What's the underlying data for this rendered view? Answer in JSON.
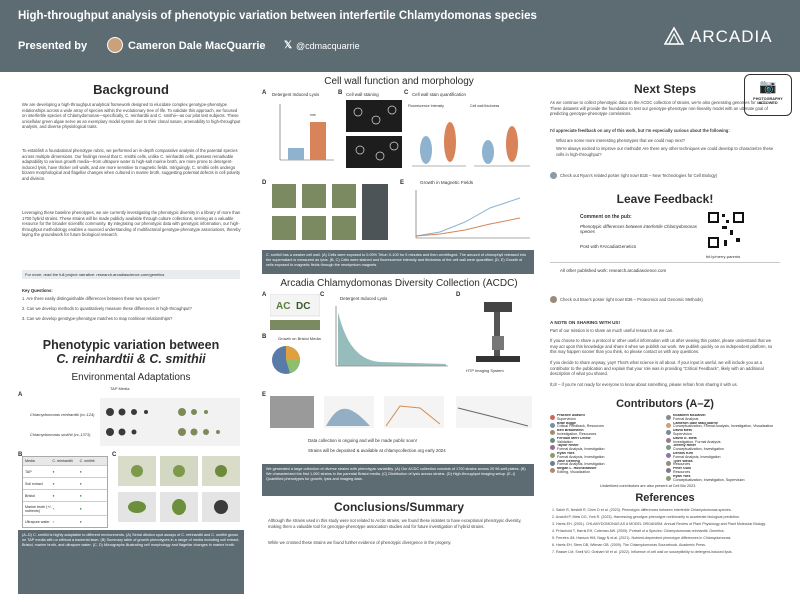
{
  "header": {
    "title": "High-throughput analysis of phenotypic variation between interfertile Chlamydomonas species",
    "presented_by": "Presented by",
    "author": "Cameron Dale MacQuarrie",
    "handle": "@cdmacquarrie",
    "brand": "ARCADIA",
    "badge": "PHOTOGRAPHY ALLOWED"
  },
  "left": {
    "background_title": "Background",
    "background_p1": "We are developing a high-throughput analytical framework designed to elucidate complex genotype-phenotype relationships across a wide array of species within the evolutionary tree of life. To validate this approach, we focused on interfertile species of Chlamydomonas—specifically, C. reinhardtii and C. smithii—as our pilot test subjects. These unicellular green algae serve as an exemplary model system due to their clonal nature, amenability to high-throughput analysis, and diverse physiological traits.",
    "background_p2": "To establish a foundational phenotype rubric, we performed an in-depth comparative analysis of the parental species across multiple dimensions. Our findings reveal that C. smithii cells, unlike C. reinhardtii cells, possess remarkable adaptability to various growth media—from ultrapure water to high-salt marine broth, are more prone to detergent-induced lysis, have thicker cell walls, and are more sensitive to magnetic fields. Intriguingly, C. smithii cells undergo bizarre morphological and flagellar changes when cultured in marine broth, suggesting potential defects in cell polarity and division.",
    "background_p3": "Leveraging these baseline phenotypes, we are currently investigating the phenotypic diversity in a library of more than 1700 hybrid strains. These strains will be made publicly available through culture collections, serving as a valuable resource for the broader scientific community. By integrating our phenotypic data with genotypic information, our high-throughput methodology enables a nuanced understanding of multifactorial genotype-phenotype associations, thereby laying the groundwork for future biological research.",
    "pub_link": "For more, read the full project narrative: research.arcadiascience.com/genetics",
    "key_questions_title": "Key Questions:",
    "questions": [
      "1. Are there easily distinguishable differences between these two species?",
      "2. Can we develop methods to quantitatively measure these differences in high-throughput?",
      "3. Can we develop genotype-phenotype matches to map nonlinear relationships?"
    ],
    "pv_title_1": "Phenotypic variation between",
    "pv_title_2": "C. reinhardtii & C. smithii",
    "env_title": "Environmental Adaptations",
    "strain_1": "Chlamydomonas reinhardtii (cc-124)",
    "strain_2": "Chlamydomonas smithii (cc-1373)",
    "tap_media": "TAP Media",
    "table_rows": [
      "TAP",
      "Soil extract",
      "Bristol",
      "Marine broth (+/- nutrients)",
      "Ultrapure water"
    ],
    "table_cols": [
      "Media",
      "C. reinhardtii",
      "C. smithii"
    ],
    "caption": "(A–D) C. smithii is highly adaptable to different environments. (A) Serial dilution spot assays of C. reinhardtii and C. smithii grown on TAP media with or without a bacterial lawn. (B) Summary table of growth phenotypes in a range of media including soil extract, Bristol, marine broth, and ultrapure water. (C, D) Micrographs illustrating cell morphology and flagellar changes in marine broth."
  },
  "middle": {
    "cell_title": "Cell wall function and morphology",
    "panel_a": "Detergent Induced Lysis",
    "panel_b": "Cell wall staining",
    "panel_c": "Cell wall stain quantification",
    "panel_c_sub1": "Fluorescence Intensity",
    "panel_c_sub2": "Cell wall thickness",
    "panel_d": "D",
    "panel_e": "Growth in Magnetic Fields",
    "caption_1": "C. smithii has a weaker cell wall. (A) Cells were exposed to 0.05% Triton X-100 for 5 minutes and then centrifuged. The amount of chlorophyll released into the supernatant is measured as lysis. (B, C) Cells were stained and fluorescence intensity and thickness of the cell wall were quantified. (D, E) Growth of cells exposed to magnetic fields through the neodymium magnets.",
    "acdc_title": "Arcadia Chlamydomonas Diversity Collection (ACDC)",
    "acdc_sub1": "Growth on Bristol Media",
    "acdc_sub2": "Detergent Induced Lysis",
    "acdc_sub3": "HTP Imaging System",
    "acdc_note1": "Data collection is ongoing and will be made public soon!",
    "acdc_note2": "Strains will be deposited & available at chlamycollection.org early 2024",
    "caption_2": "We generated a large collection of diverse strains with phenotypic variability. (A) Our ACDC collection consists of 1700 strains across 20 96-well plates. (B) We characterized the first 1,000 strains in the parental Bristol media. (C) Distribution of lysis across strains. (D) High-throughput imaging setup. (E–I) Quantified phenotypes for growth, lysis and imaging data.",
    "conc_title": "Conclusions/Summary",
    "conc_p1": "Although the strains used in this study were not related to Arctic strains, we found these isolates to have exceptional phenotypic diversity, making them a valuable tool for genotype-phenotype association studies and for future investigation of hybrid strains.",
    "conc_p2": "While we crossed these strains we found further evidence of phenotypic divergence in the progeny."
  },
  "right": {
    "next_title": "Next Steps",
    "next_p1": "As we continue to collect phenotypic data on the ACDC collection of strains, we're also generating genomes for each. These datasets will provide the foundation to test our genotype-phenotype non-linearity model with an ultimate goal of predicting genotype-phenotype correlations.",
    "next_p2": "I'd appreciate feedback on any of this work, but I'm especially curious about the following:",
    "next_b1": "What are some more interesting phenotypes that we could map next?",
    "next_b2": "We're always excited to improve our methods! Are there any other techniques we could develop to characterize these cells in high-throughput?",
    "next_link": "Check out Ryan's related poster right now! B1B – New Technologies for Cell Biology)",
    "leave_title": "Leave Feedback!",
    "comment_label": "Comment on the pub:",
    "comment_pub": "Phenotypic differences between interfertile Chlamydomonas species",
    "post_label": "Post with #ArcadiaGenetics",
    "qr_caption": "bit.ly/merry-parents",
    "other_work": "All other published work: research.arcadiascience.com",
    "other_link": "Check out Brae's poster right now! B36 – Proteomics and Genomic Methods)",
    "sharing_title": "A NOTE ON SHARING WITH US!",
    "sharing_p1": "Part of our mission is to share as much useful research as we can.",
    "sharing_p2": "If you choose to share a protocol or other useful information with us after viewing this poster, please understand that we may act upon this knowledge and share it when we publish our work. We publish quickly on an independent platform, so this may happen sooner than you think, so please contact us with any questions.",
    "sharing_p3": "If you decide to share anyway, yay!! That's what science is all about. If your input is useful, we will include you as a contributor to the publication and explain that your role was in providing \"Critical Feedback\", likely with an additional description of what you shared.",
    "sharing_p4": "tl;dr – if you're not ready for everyone to know about something, please refrain from sharing it with us.",
    "contrib_title": "Contributors (A–Z)",
    "contributors_left": [
      {
        "name": "Prachee Avasthi",
        "role": "Supervision",
        "color": "#c56b5a"
      },
      {
        "name": "Brae Bigge",
        "role": "Critical Feedback, Resources",
        "color": "#7b8fa3"
      },
      {
        "name": "Ben Braunstein",
        "role": "Investigation, Resources",
        "color": "#a38d6b"
      },
      {
        "name": "Feridun Mert Celebi",
        "role": "Validation",
        "color": "#6b8f7e"
      },
      {
        "name": "Taylor Reiter",
        "role": "Formal Analysis, Investigation",
        "color": "#9a6b8f"
      },
      {
        "name": "Ryan York",
        "role": "Formal Analysis, Investigation",
        "color": "#8f9a6b"
      },
      {
        "name": "Jase Gehring",
        "role": "Formal Analysis, Investigation",
        "color": "#6b7e9a"
      },
      {
        "name": "Megan L. Hochstrasser",
        "role": "Editing, Visualization",
        "color": "#b08a6b"
      }
    ],
    "contributors_right": [
      {
        "name": "Elizabeth McDaniel",
        "role": "Formal Analysis",
        "color": "#8a8a8a"
      },
      {
        "name": "Cameron Dale MacQuarrie",
        "role": "Conceptualization, Formal Analysis, Investigation, Visualization",
        "color": "#c9a27a"
      },
      {
        "name": "David Mets",
        "role": "Supervision",
        "color": "#7a8a9a"
      },
      {
        "name": "David G. Mets",
        "role": "Investigation, Formal Analysis",
        "color": "#9a7a8a"
      },
      {
        "name": "Jeremy Ritter",
        "role": "Conceptualization, Investigation",
        "color": "#7a9a8a"
      },
      {
        "name": "Dennis Kim",
        "role": "Formal Analysis, Investigation",
        "color": "#8a7a9a"
      },
      {
        "name": "Tyler Weiss",
        "role": "Resources",
        "color": "#9a8a7a"
      },
      {
        "name": "Peter Gulli",
        "role": "Resources",
        "color": "#7a7a8a"
      },
      {
        "name": "Ryan York",
        "role": "Conceptualization, Investigation, Supervision",
        "color": "#8a9a7a"
      }
    ],
    "contrib_note": "Underlined contributors are also present at Cell Bio 2023",
    "ref_title": "References",
    "references": [
      "1. Saleh R, Nesbitt R, Chen D et al. (2023). Phenotypic differences between interfertile Chlamydomonas species.",
      "2. Avasthi P, Mets DG, York R. (2023). Harnessing genotype-phenotype nonlinearity to accelerate biological prediction.",
      "3. Harris EH. (2001). CHLAMYDOMONAS AS A MODEL ORGANISM. Annual Review of Plant Physiology and Plant Molecular Biology.",
      "4. Pröschold T, Harris EH, Coleman AW. (2005). Portrait of a Species: Chlamydomonas reinhardtii. Genetics.",
      "5. Ferreira JM, Hanson HM, Nagy N et al. (2021). Nutrient-dependent phenotype differences in Chlamydomonas.",
      "6. Harris EH, Stern DB, Witman GB. (2009). The Chlamydomonas Sourcebook. Academic Press.",
      "7. Rasser LM, Snell WJ, Graham W et al. (2022). Influence of cell wall on susceptibility to detergent-induced lysis."
    ]
  }
}
